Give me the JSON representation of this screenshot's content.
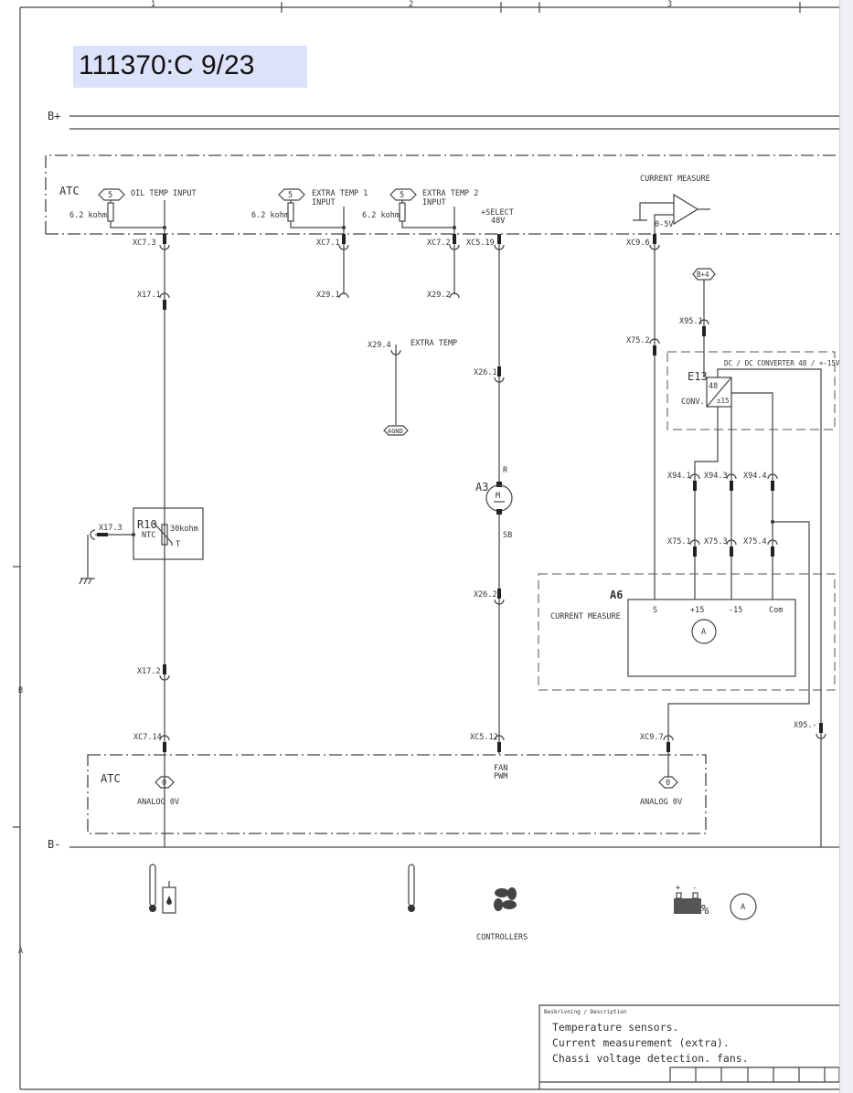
{
  "header": {
    "title": "111370:C 9/23",
    "columns": [
      "1",
      "2",
      "3"
    ],
    "rows": [
      "B",
      "A"
    ]
  },
  "rails": {
    "positive": "B+",
    "negative": "B-"
  },
  "atc_top": {
    "label": "ATC",
    "inputs": [
      {
        "pin": "5",
        "name": "OIL TEMP INPUT",
        "resistor": "6.2 kohm",
        "connector": "XC7.3"
      },
      {
        "pin": "5",
        "name": "EXTRA TEMP 1",
        "name2": "INPUT",
        "resistor": "6.2 kohm",
        "connector": "XC7.1"
      },
      {
        "pin": "5",
        "name": "EXTRA TEMP 2",
        "name2": "INPUT",
        "resistor": "6.2 kohm",
        "connector": "XC7.2"
      }
    ],
    "select": {
      "line1": "+SELECT",
      "line2": "48V",
      "connector": "XC5.19"
    },
    "current": {
      "title": "CURRENT MEASURE",
      "range": "0-5V",
      "connector": "XC9.6"
    }
  },
  "connectors": {
    "x17_1": "X17.1",
    "x29_1": "X29.1",
    "x29_2": "X29.2",
    "x29_4": "X29.4",
    "extra_temp": "EXTRA TEMP",
    "agnd": "AGND",
    "x26_1": "X26.1",
    "x26_2": "X26.2",
    "x17_2": "X17.2",
    "x17_3": "X17.3",
    "xc7_14": "XC7.14",
    "xc5_12": "XC5.12",
    "xc9_7": "XC9.7",
    "x75_2": "X75.2",
    "x95_1": "X95.1",
    "b4": "B+4",
    "x95_m": "X95.-",
    "x94_1": "X94.1",
    "x94_3": "X94.3",
    "x94_4": "X94.4",
    "x75_1": "X75.1",
    "x75_3": "X75.3",
    "x75_4": "X75.4"
  },
  "r10": {
    "id": "R10",
    "type": "NTC",
    "value": "30kohm",
    "t": "T"
  },
  "motor": {
    "id": "A3",
    "symbol": "M",
    "top": "R",
    "bottom": "SB"
  },
  "converter": {
    "title": "DC / DC CONVERTER 48 / +-15V",
    "id": "E13",
    "label": "CONV.",
    "in": "48",
    "out": "±15"
  },
  "a6": {
    "id": "A6",
    "label": "CURRENT MEASURE",
    "pins": [
      "S",
      "+15",
      "-15",
      "Com"
    ],
    "symbol": "A"
  },
  "atc_bottom": {
    "label": "ATC",
    "left_pin": "0",
    "left_name": "ANALOG 0V",
    "fan1": "FAN",
    "fan2": "PWM",
    "right_pin": "0",
    "right_name": "ANALOG 0V"
  },
  "legend": {
    "controllers": "CONTROLLERS",
    "ammeter": "A",
    "percent": "%",
    "plus": "+",
    "minus": "-"
  },
  "title_block": {
    "heading": "Beskrivning / Description",
    "lines": [
      "Temperature sensors.",
      "Current measurement (extra).",
      "Chassi voltage detection. fans."
    ]
  }
}
